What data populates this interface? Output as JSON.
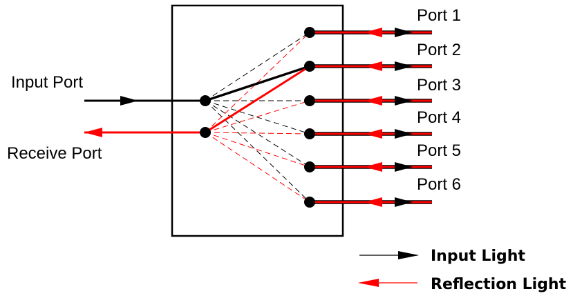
{
  "labels": {
    "input_port": "Input Port",
    "receive_port": "Receive Port",
    "ports": [
      "Port 1",
      "Port 2",
      "Port 3",
      "Port 4",
      "Port 5",
      "Port 6"
    ]
  },
  "legend": {
    "input_light": "Input Light",
    "reflection_light": "Reflection Light"
  },
  "colors": {
    "input": "#000000",
    "reflection": "#ff0000"
  },
  "state": {
    "active_port": "Port 2"
  }
}
